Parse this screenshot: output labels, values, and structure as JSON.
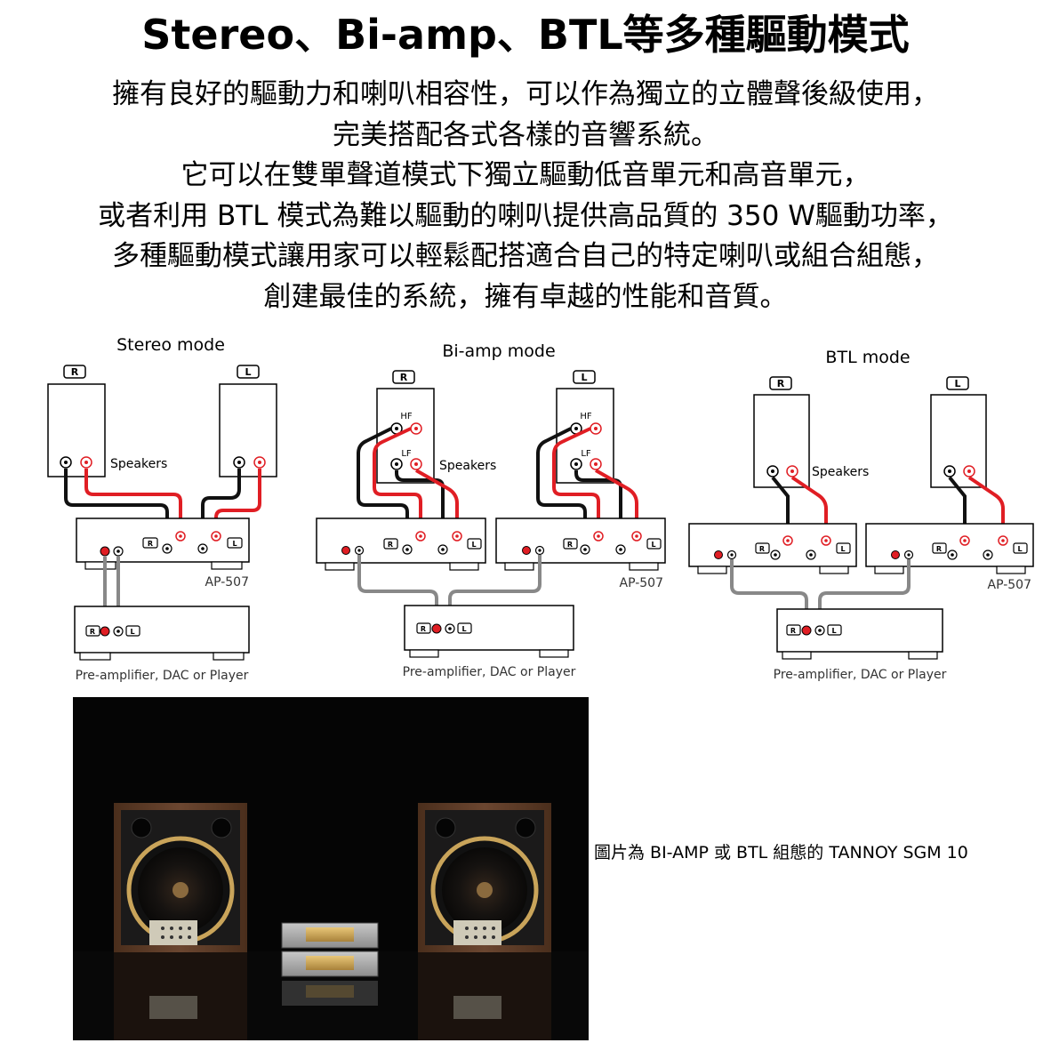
{
  "headline": "Stereo、Bi-amp、BTL等多種驅動模式",
  "intro_lines": [
    "擁有良好的驅動力和喇叭相容性，可以作為獨立的立體聲後級使用，",
    "完美搭配各式各樣的音響系統。",
    "它可以在雙單聲道模式下獨立驅動低音單元和高音單元，",
    "或者利用 BTL 模式為難以驅動的喇叭提供高品質的 350 W驅動功率，",
    "多種驅動模式讓用家可以輕鬆配搭適合自己的特定喇叭或組合組態，",
    "創建最佳的系統，擁有卓越的性能和音質。"
  ],
  "diagrams": {
    "stereo": {
      "title": "Stereo mode",
      "speaker_label": "Speakers",
      "amp_model": "AP-507",
      "source_label": "Pre-amplifier, DAC or Player"
    },
    "biamp": {
      "title": "Bi-amp mode",
      "speaker_label": "Speakers",
      "amp_model": "AP-507",
      "source_label": "Pre-amplifier, DAC or Player",
      "hf": "HF",
      "lf": "LF"
    },
    "btl": {
      "title": "BTL mode",
      "speaker_label": "Speakers",
      "amp_model": "AP-507",
      "source_label": "Pre-amplifier, DAC or Player"
    }
  },
  "channel_labels": {
    "right": "R",
    "left": "L"
  },
  "photo_caption": "圖片為 BI-AMP 或 BTL 組態的 TANNOY SGM 10",
  "colors": {
    "red_cable": "#e01e24",
    "black_cable": "#111111",
    "grey_cable": "#888888",
    "photo_bg": "#050505",
    "cabinet": "#5a3a24",
    "gold": "#c9a45a"
  }
}
